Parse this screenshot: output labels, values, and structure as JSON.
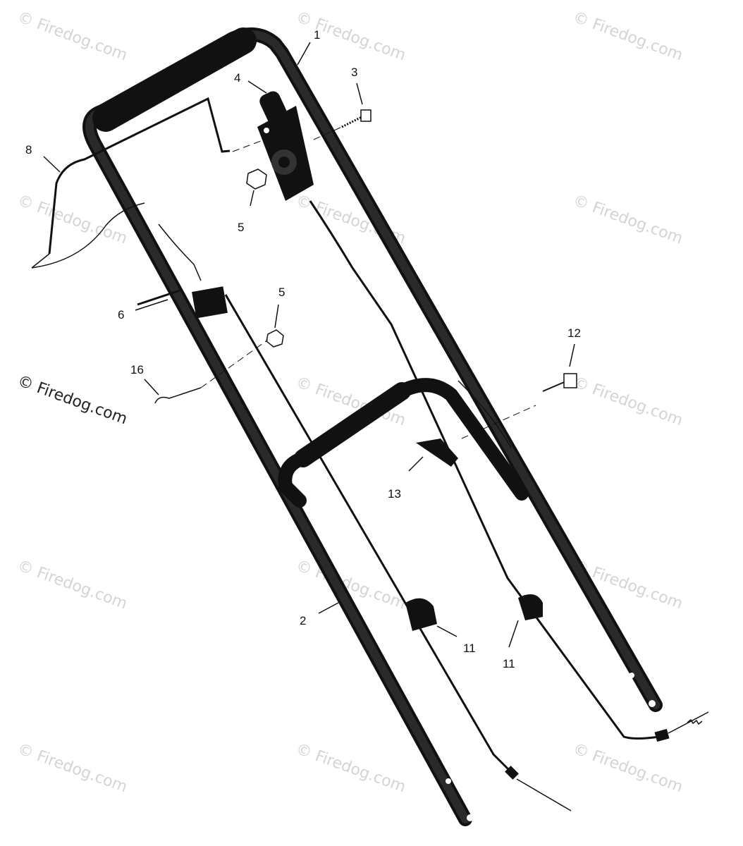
{
  "watermark": {
    "text": "© Firedog.com",
    "main_text": "© Firedog.com"
  },
  "callouts": {
    "c1": "1",
    "c2": "2",
    "c3": "3",
    "c4": "4",
    "c5a": "5",
    "c5b": "5",
    "c6": "6",
    "c8": "8",
    "c11a": "11",
    "c11b": "11",
    "c12": "12",
    "c13": "13",
    "c16": "16"
  }
}
